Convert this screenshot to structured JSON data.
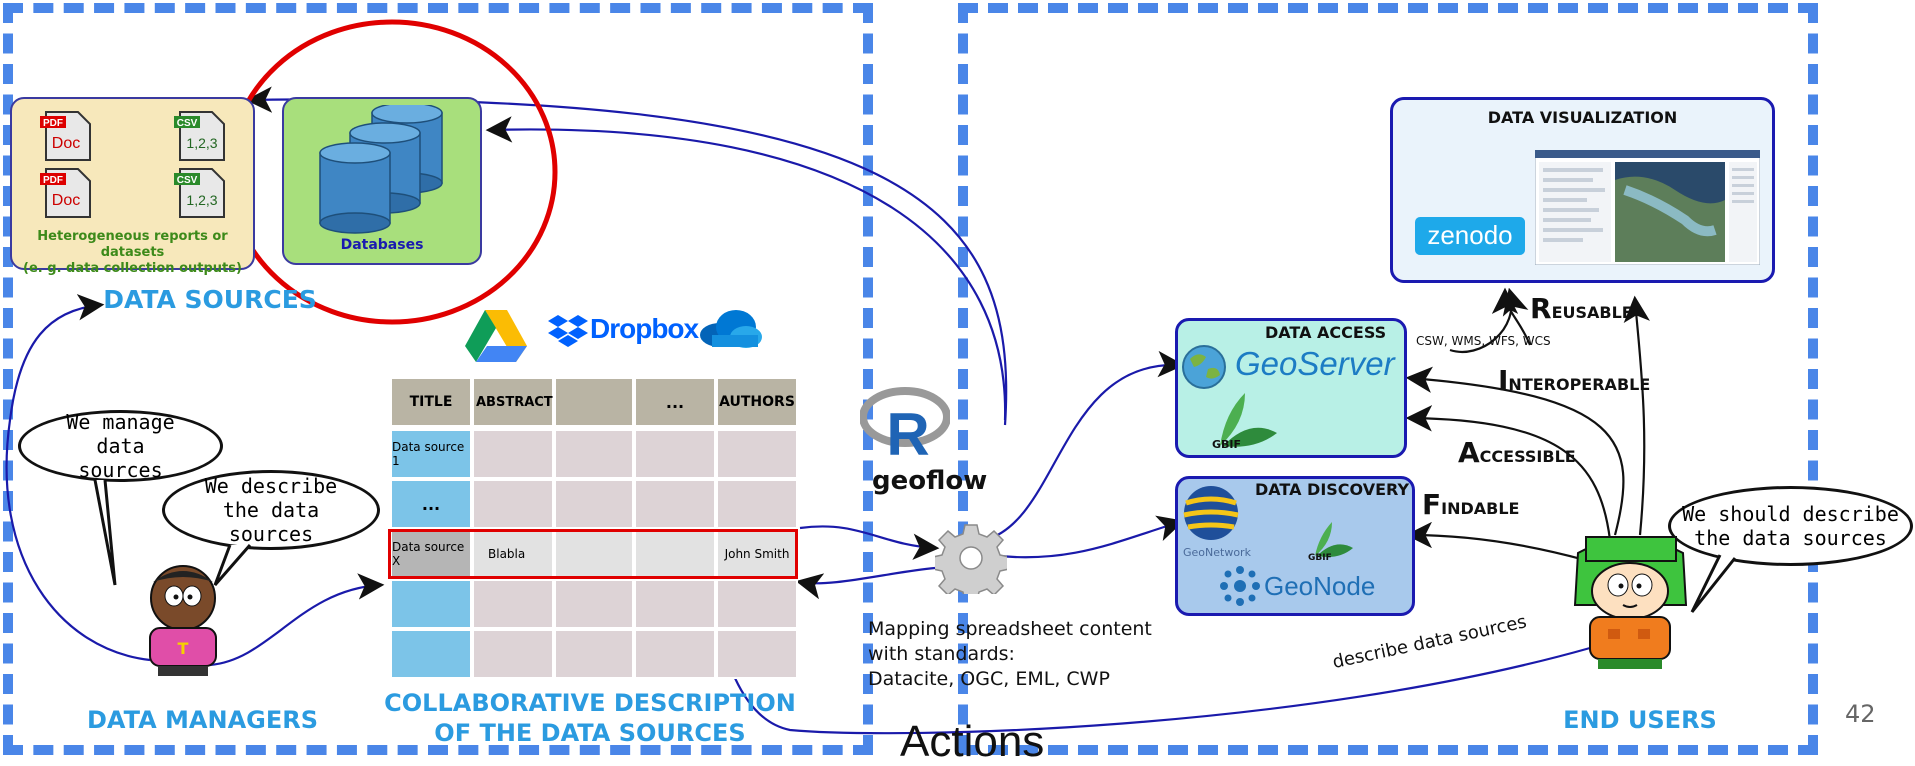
{
  "sections": {
    "data_sources": "DATA SOURCES",
    "data_managers": "DATA MANAGERS",
    "collab_line1": "COLLABORATIVE DESCRIPTION",
    "collab_line2": "OF THE DATA SOURCES",
    "end_users": "END USERS"
  },
  "sources": {
    "hetero_line1": "Heterogeneous reports or datasets",
    "hetero_line2": "(e. g. data collection outputs)",
    "databases": "Databases",
    "pdf_tag": "PDF",
    "doc_label": "Doc",
    "csv_tag": "CSV",
    "csv_label": "1,2,3"
  },
  "bubbles": {
    "manage": "We manage data sources",
    "describe": "We describe the data sources",
    "should": "We should describe the data sources"
  },
  "cloud": {
    "dropbox": "Dropbox"
  },
  "table": {
    "headers": [
      "TITLE",
      "ABSTRACT",
      "",
      "...",
      "AUTHORS"
    ],
    "rows": [
      [
        "Data source 1",
        "",
        "",
        "",
        ""
      ],
      [
        "...",
        "",
        "",
        "",
        ""
      ],
      [
        "Data source X",
        "Blabla",
        "",
        "",
        "John Smith"
      ],
      [
        "",
        "",
        "",
        "",
        ""
      ],
      [
        "",
        "",
        "",
        "",
        ""
      ]
    ]
  },
  "geoflow": {
    "r_logo": "R",
    "name": "geoflow",
    "mapping_line1": "Mapping spreadsheet content",
    "mapping_line2": "with standards:",
    "mapping_line3": "Datacite, OGC, EML,  CWP"
  },
  "access": {
    "title": "DATA ACCESS",
    "geoserver": "GeoServer",
    "gbif": "GBIF"
  },
  "discovery": {
    "title": "DATA DISCOVERY",
    "geonetwork": "GeoNetwork",
    "gbif": "GBIF",
    "geonode": "GeoNode"
  },
  "visualization": {
    "title": "DATA VISUALIZATION",
    "zenodo": "zenodo"
  },
  "fair": {
    "r_cap": "R",
    "r_rest": "EUSABLE",
    "i_cap": "I",
    "i_rest": "NTEROPERABLE",
    "a_cap": "A",
    "a_rest": "CCESSIBLE",
    "f_cap": "F",
    "f_rest": "INDABLE"
  },
  "protocols": "CSW, WMS, WFS, WCS",
  "describe_arrow": "describe data sources",
  "page_number": "42",
  "actions": "Actions",
  "colors": {
    "frame": "#4a86e8",
    "section": "#2b9be0",
    "arrow": "#1a1aaa",
    "highlight_red": "#e00000",
    "cell_blue": "#7cc4e8",
    "cell_pink": "#ddd3d6",
    "header_grey": "#b9b4a4"
  }
}
